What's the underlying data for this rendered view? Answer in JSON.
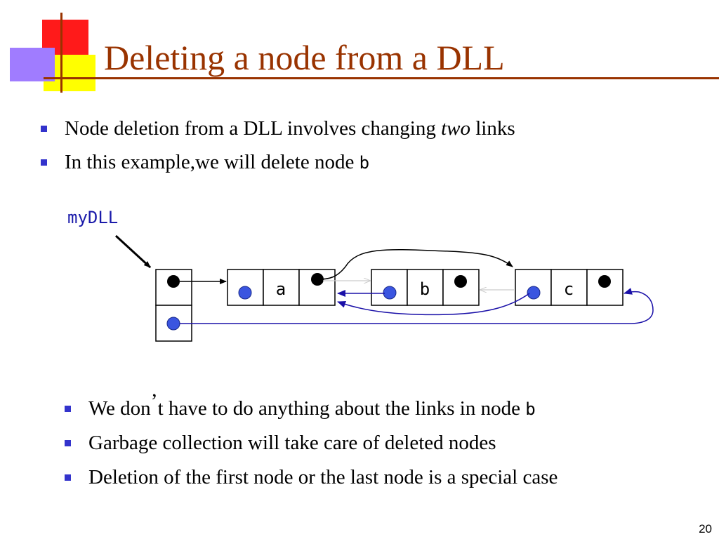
{
  "slide": {
    "title": "Deleting a node from a DLL",
    "page_number": "20"
  },
  "bullets_top": [
    {
      "text_before": "Node deletion from a DLL involves changing ",
      "emphasis": "two",
      "text_after": " links"
    },
    {
      "text_before": "In this example,we will delete node ",
      "code": "b"
    }
  ],
  "diagram": {
    "list_label": "myDLL",
    "nodes": [
      {
        "name": "a"
      },
      {
        "name": "b"
      },
      {
        "name": "c"
      }
    ],
    "colors": {
      "pointer_dot": "#3a55e0",
      "next_dot": "#000000",
      "rerouted_link": "#1a10a8"
    }
  },
  "bullets_bottom": [
    {
      "text_before": "We don",
      "apostrophe": "’",
      "text_after": "t have to do anything about the links in node ",
      "code": "b"
    },
    {
      "text_before": "Garbage collection will take care of deleted nodes"
    },
    {
      "text_before": "Deletion of the first node or the last node is a special case"
    }
  ],
  "colors": {
    "title": "#993300",
    "bullet": "#3333cc",
    "deco_red": "#ff0000",
    "deco_yellow": "#ffff00",
    "deco_purple": "#9966ff"
  }
}
